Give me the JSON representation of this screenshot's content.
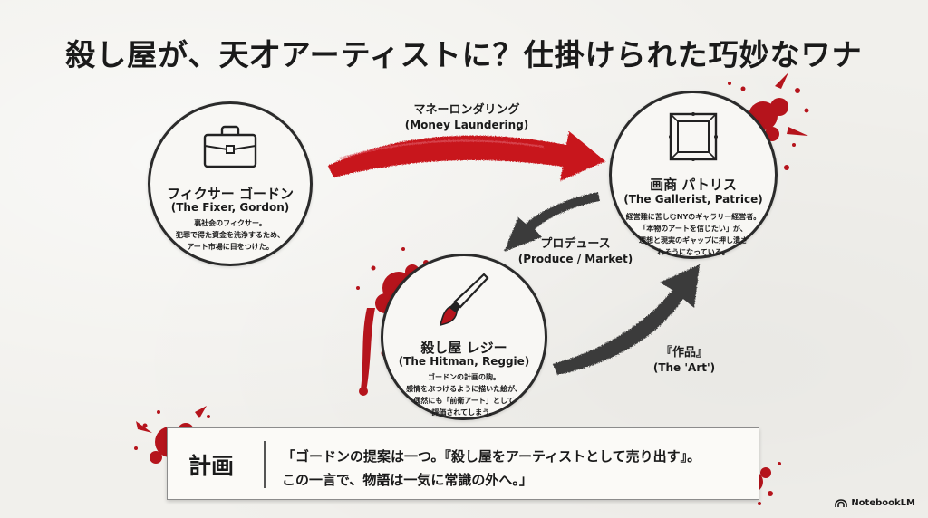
{
  "title": "殺し屋が、天才アーティストに？仕掛けられた巧妙なワナ",
  "nodes": {
    "fixer": {
      "icon": "briefcase-icon",
      "name": "フィクサー ゴードン",
      "name_en": "(The Fixer, Gordon)",
      "desc": [
        "裏社会のフィクサー。",
        "犯罪で得た資金を洗浄するため、",
        "アート市場に目をつけた。"
      ]
    },
    "gallerist": {
      "icon": "picture-frame-icon",
      "name": "画商 パトリス",
      "name_en": "(The Gallerist, Patrice)",
      "desc": [
        "経営難に苦しむNYのギャラリー経営者。",
        "「本物のアートを信じたい」が、",
        "理想と現実のギャップに押し潰さ",
        "れそうになっている。"
      ]
    },
    "hitman": {
      "icon": "paintbrush-icon",
      "name": "殺し屋 レジー",
      "name_en": "(The Hitman, Reggie)",
      "desc": [
        "ゴードンの計画の駒。",
        "感情をぶつけるように描いた絵が、",
        "偶然にも「前衛アート」として",
        "評価されてしまう。"
      ]
    }
  },
  "edges": {
    "money": {
      "label": "マネーロンダリング",
      "label_en": "(Money Laundering)",
      "color": "#c8141e"
    },
    "produce": {
      "label": "プロデュース",
      "label_en": "(Produce / Market)",
      "color": "#3a3a3a"
    },
    "art": {
      "label": "『作品』",
      "label_en": "(The 'Art')",
      "color": "#3a3a3a"
    }
  },
  "plan": {
    "label": "計画",
    "lines": [
      "「ゴードンの提案は一つ。『殺し屋をアーティストとして売り出す』。",
      "この一言で、物語は一気に常識の外へ。」"
    ]
  },
  "brand": {
    "name": "NotebookLM"
  },
  "colors": {
    "blood": "#b5141c",
    "ink": "#1a1a1a"
  }
}
